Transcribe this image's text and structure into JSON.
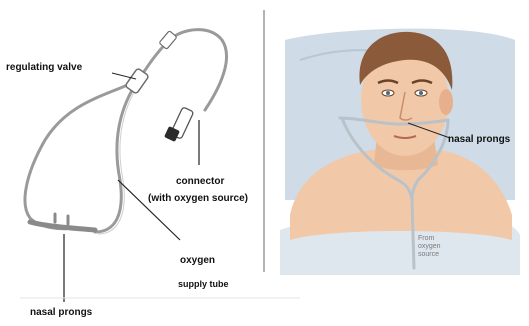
{
  "colors": {
    "tube": "#9a9a9a",
    "connector": "#2b2b2b",
    "skin": "#f2c9a8",
    "skin_shadow": "#d9a07f",
    "hair": "#8a5a3a",
    "pillow": "#cfdbe6",
    "sheet": "#dfe7ee",
    "divider": "#9a9a9a"
  },
  "left_panel": {
    "labels": {
      "regulating_valve": "regulating valve",
      "connector": "connector",
      "connector_note": "(with oxygen source)",
      "oxygen": "oxygen",
      "supply_tube": "supply tube",
      "nasal_prongs": "nasal prongs"
    }
  },
  "right_panel": {
    "labels": {
      "nasal_prongs": "nasal prongs",
      "from_oxygen_source": "From oxygen source"
    }
  }
}
